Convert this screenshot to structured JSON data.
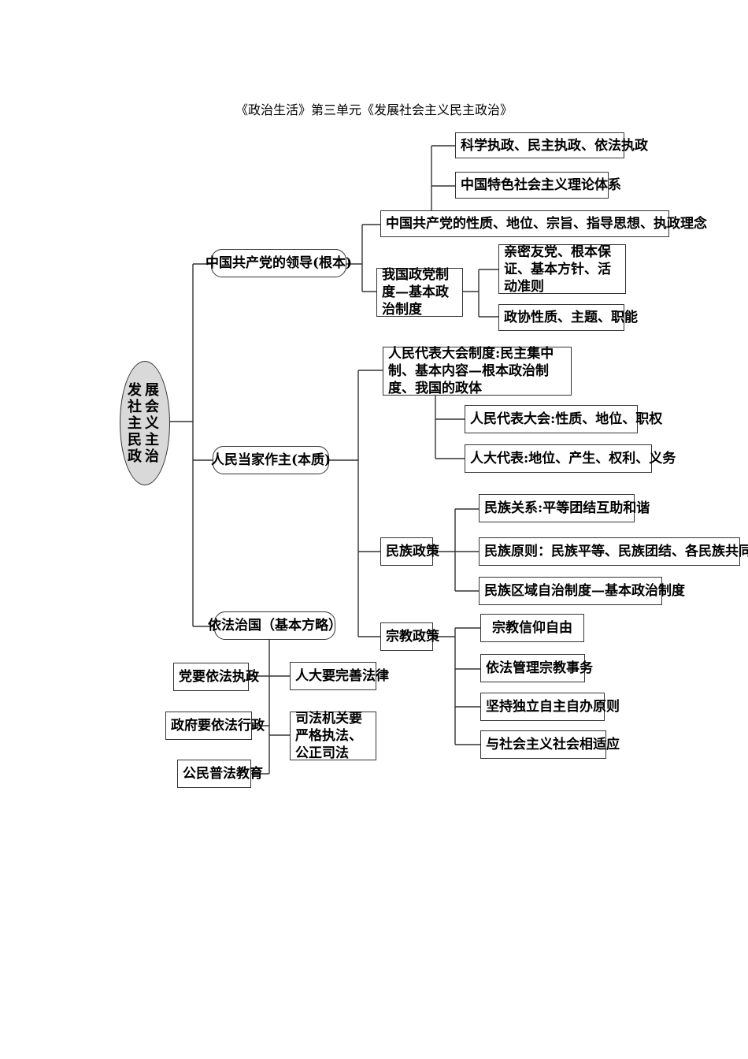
{
  "title": "《政治生活》第三单元《发展社会主义民主政治》",
  "root": "发展社会主义民主政治",
  "nodes": {
    "party_leadership": "中国共产党的领导(根本)",
    "people_master": "人民当家作主(本质)",
    "rule_of_law": "依法治国（基本方略）",
    "party_nature": "中国共产党的性质、地位、宗旨、指导思想、执政理念",
    "scientific_gov": "科学执政、民主执政、依法执政",
    "socialist_theory": "中国特色社会主义理论体系",
    "party_system": "我国政党制度—基本政治制度",
    "party_relations": "亲密友党、根本保证、基本方针、活动准则",
    "cppcc": "政协性质、主题、职能",
    "npc_system": "人民代表大会制度:民主集中制、基本内容—根本政治制度、我国的政体",
    "npc": "人民代表大会:性质、地位、职权",
    "npc_deputies": "人大代表:地位、产生、权利、义务",
    "ethnic_policy": "民族政策",
    "ethnic_relations": "民族关系:平等团结互助和谐",
    "ethnic_principles": "民族原则：民族平等、民族团结、各民族共同繁荣",
    "ethnic_autonomy": "民族区域自治制度—基本政治制度",
    "religion_policy": "宗教政策",
    "religious_freedom": "宗教信仰自由",
    "religious_affairs": "依法管理宗教事务",
    "independence": "坚持独立自主自办原则",
    "adapt_socialism": "与社会主义社会相适应",
    "party_law": "党要依法执政",
    "gov_law": "政府要依法行政",
    "citizen_law": "公民普法教育",
    "npc_law": "人大要完善法律",
    "judicial": "司法机关要严格执法、公正司法"
  }
}
